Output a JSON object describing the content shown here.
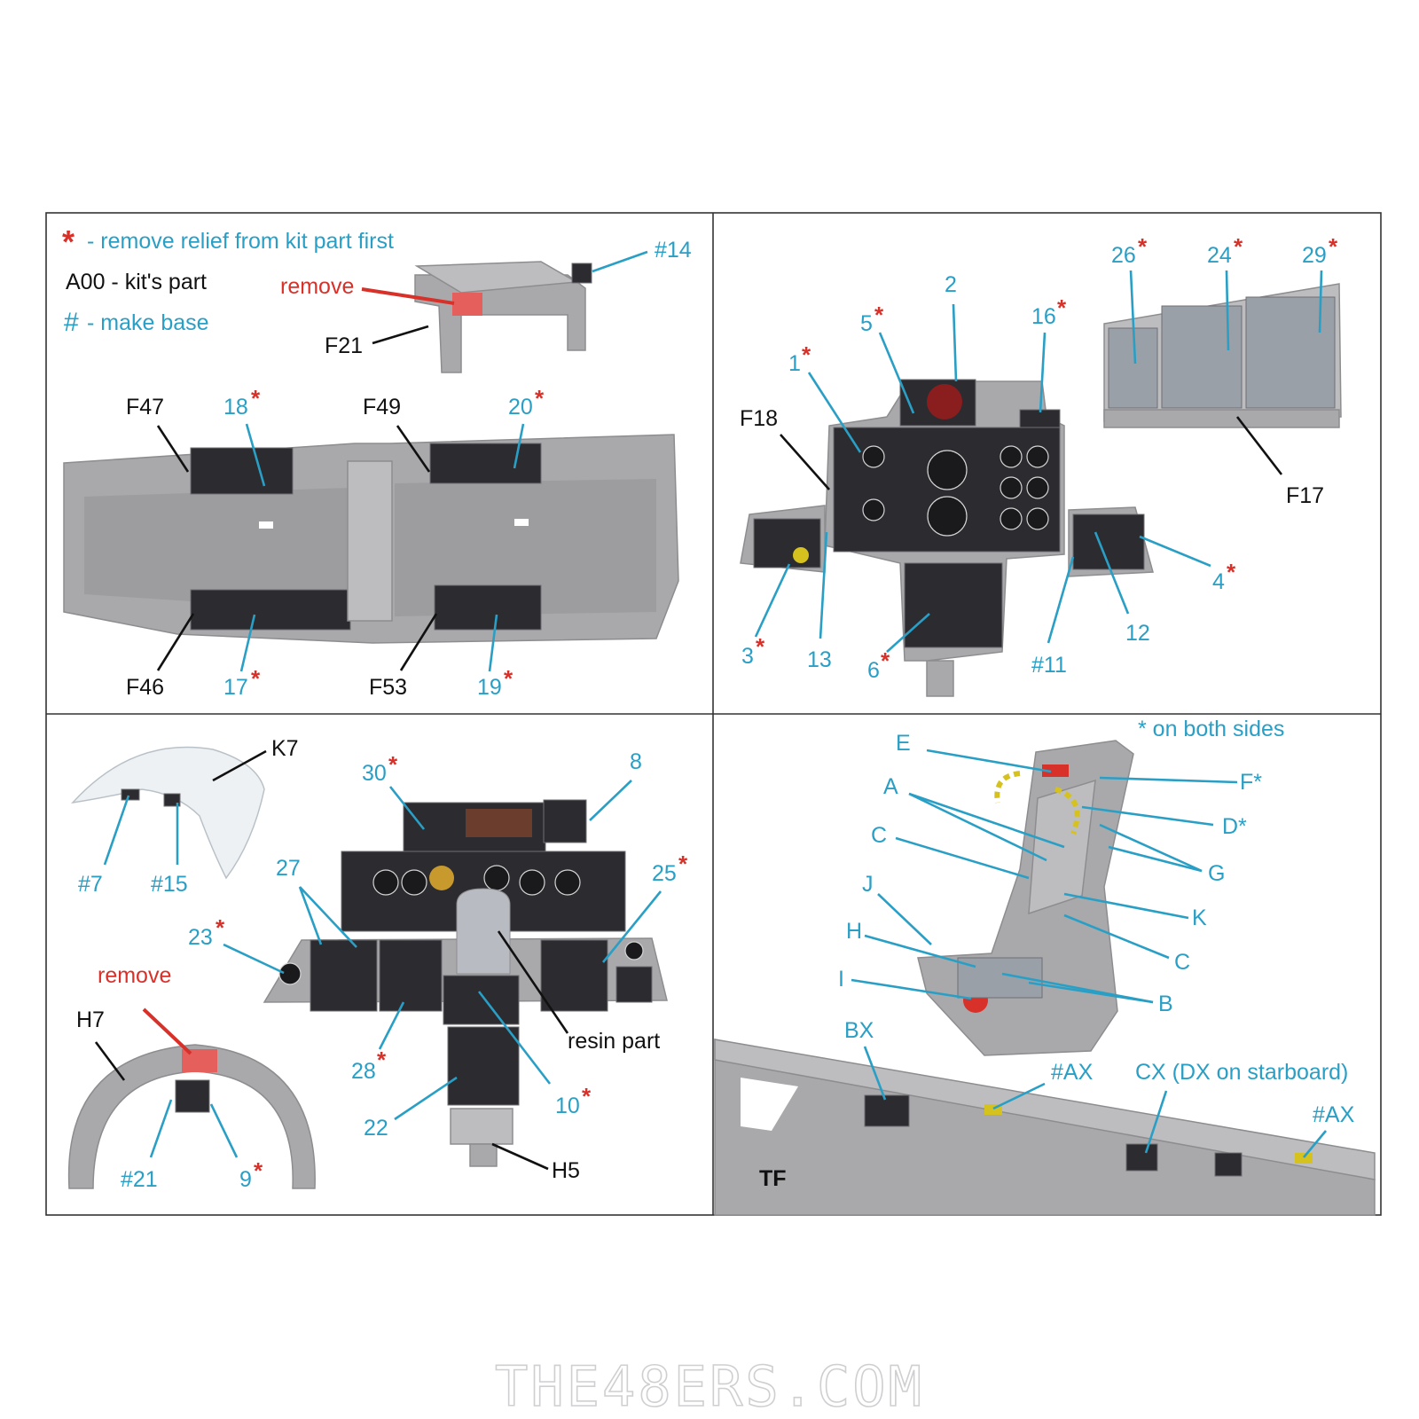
{
  "legend": {
    "star_symbol": "*",
    "star_text": "- remove relief from kit part first",
    "kit_part_text": "A00 - kit's part",
    "hash_symbol": "#",
    "hash_text": "- make base"
  },
  "panel1": {
    "remove": "remove",
    "labels": {
      "f21": "F21",
      "p14": "#14",
      "f47": "F47",
      "p18": "18",
      "f49": "F49",
      "p20": "20",
      "f46": "F46",
      "p17": "17",
      "f53": "F53",
      "p19": "19"
    }
  },
  "panel2": {
    "labels": {
      "p26": "26",
      "p24": "24",
      "p29": "29",
      "f17": "F17",
      "p2": "2",
      "p5": "5",
      "p16": "16",
      "p1": "1",
      "f18": "F18",
      "p3": "3",
      "p13": "13",
      "p6": "6",
      "p11": "#11",
      "p12": "12",
      "p4": "4"
    }
  },
  "panel3": {
    "remove": "remove",
    "resin_part": "resin part",
    "labels": {
      "k7": "K7",
      "p7": "#7",
      "p15": "#15",
      "h7": "H7",
      "p21": "#21",
      "p9": "9",
      "p30": "30",
      "p8": "8",
      "p27": "27",
      "p25": "25",
      "p23": "23",
      "p28": "28",
      "p22": "22",
      "p10": "10",
      "h5": "H5"
    }
  },
  "panel4": {
    "note": "* on both sides",
    "labels": {
      "e": "E",
      "f": "F*",
      "a": "A",
      "d": "D*",
      "c1": "C",
      "g": "G",
      "j": "J",
      "k": "K",
      "h": "H",
      "c2": "C",
      "i": "I",
      "b": "B",
      "bx": "BX",
      "ax1": "#AX",
      "cx": "CX (DX on starboard)",
      "ax2": "#AX",
      "tf": "TF"
    }
  },
  "watermark": "THE48ERS.COM",
  "colors": {
    "blue": "#2a9fc6",
    "red": "#d8312a",
    "black": "#111111",
    "grey": "#a9a9ab"
  }
}
